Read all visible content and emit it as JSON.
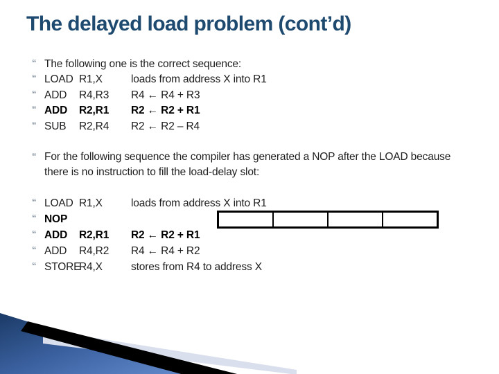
{
  "slide": {
    "title": "The delayed load problem (cont’d)",
    "bullet_glyph": "“",
    "colors": {
      "title_blue": "#1F4A70",
      "bullet_gray": "#7C8A99",
      "ribbon_blue_dark": "#1A3A66",
      "ribbon_blue_light": "#5E86C6",
      "ribbon_gray": "#D9DFEC",
      "ribbon_black": "#000000"
    },
    "block1": {
      "intro": "The following one is the correct sequence:",
      "rows": [
        {
          "mnemonic": "LOAD",
          "operands": "R1,X",
          "desc": "loads from address X into R1"
        },
        {
          "mnemonic": "ADD",
          "operands": "R4,R3",
          "desc": "R4 ← R4 + R3"
        },
        {
          "mnemonic": "ADD",
          "operands": "R2,R1",
          "desc": "R2 ← R2 + R1"
        },
        {
          "mnemonic": "SUB",
          "operands": "R2,R4",
          "desc": "R2 ← R2 – R4"
        }
      ]
    },
    "paragraph": "For the following sequence the compiler has generated a NOP after the LOAD because there is no instruction to fill the load-delay slot:",
    "block2": {
      "rows": [
        {
          "mnemonic": "LOAD",
          "operands": "R1,X",
          "desc": "loads from address X into R1"
        },
        {
          "mnemonic": "NOP",
          "operands": "",
          "desc": ""
        },
        {
          "mnemonic": "ADD",
          "operands": "R2,R1",
          "desc": "R2 ← R2 + R1"
        },
        {
          "mnemonic": "ADD",
          "operands": "R4,R2",
          "desc": "R4 ← R4 + R2"
        },
        {
          "mnemonic": "STORE",
          "operands": "R4,X",
          "desc": "stores from R4 to address X"
        }
      ]
    },
    "delay_slot_table": {
      "cells": 4
    }
  }
}
